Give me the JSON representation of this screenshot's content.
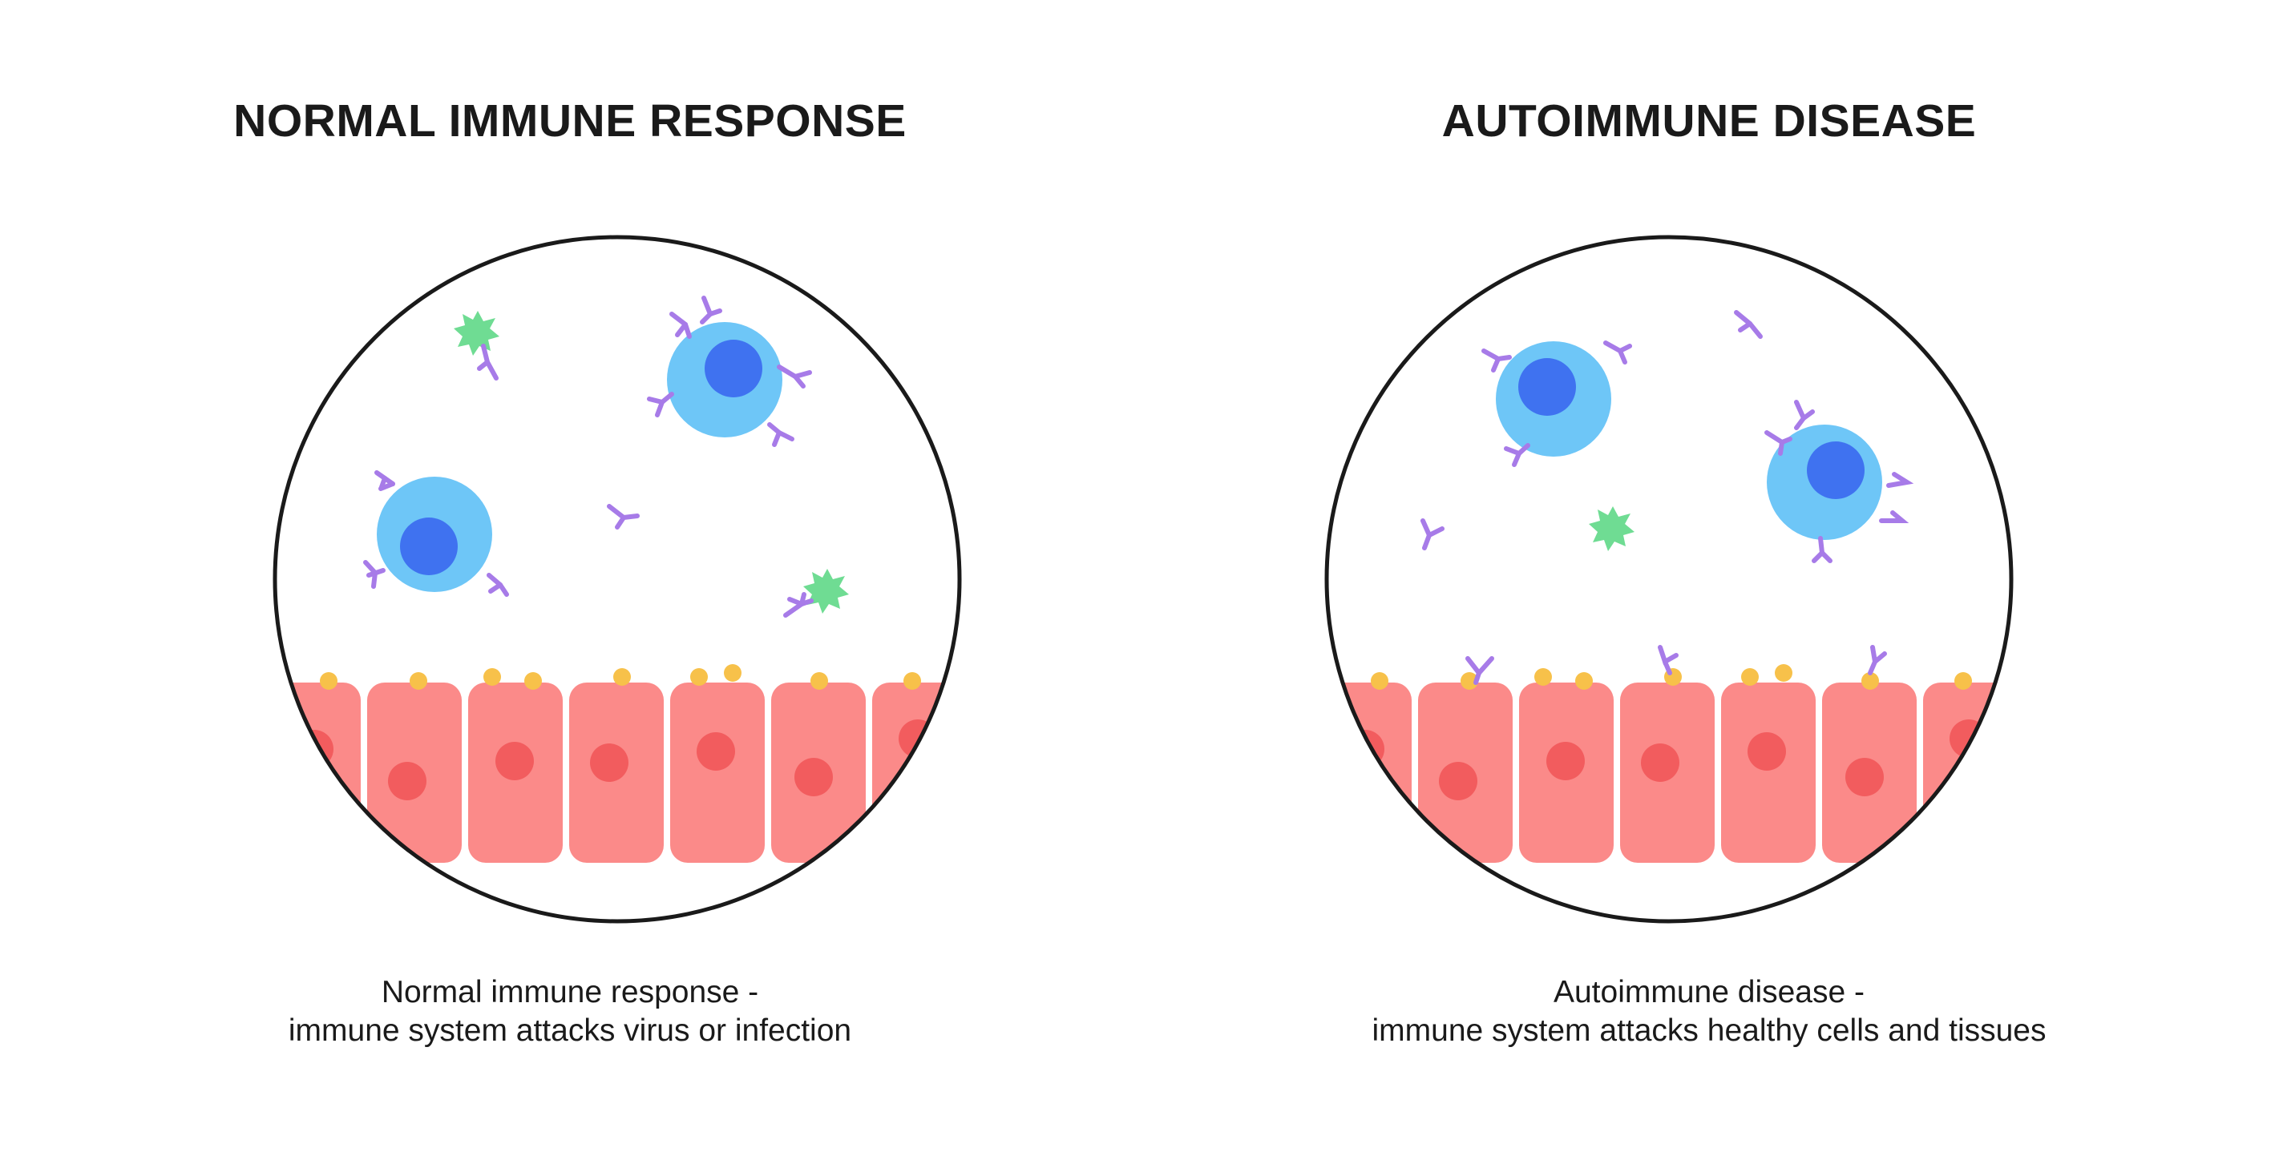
{
  "left_panel": {
    "title": "NORMAL IMMUNE RESPONSE",
    "caption_line1": "Normal immune response -",
    "caption_line2": "immune system attacks virus or infection"
  },
  "right_panel": {
    "title": "AUTOIMMUNE DISEASE",
    "caption_line1": "Autoimmune disease -",
    "caption_line2": "immune system  attacks healthy cells and tissues"
  },
  "colors": {
    "outline": "#1a1a1a",
    "immune_cell": "#6ec6f7",
    "nucleus": "#3f72f0",
    "antibody": "#a77be8",
    "virus": "#6fdc93",
    "tissue_cell": "#fb8a89",
    "tissue_nucleus": "#f25c5e",
    "antigen": "#f7c14a"
  }
}
